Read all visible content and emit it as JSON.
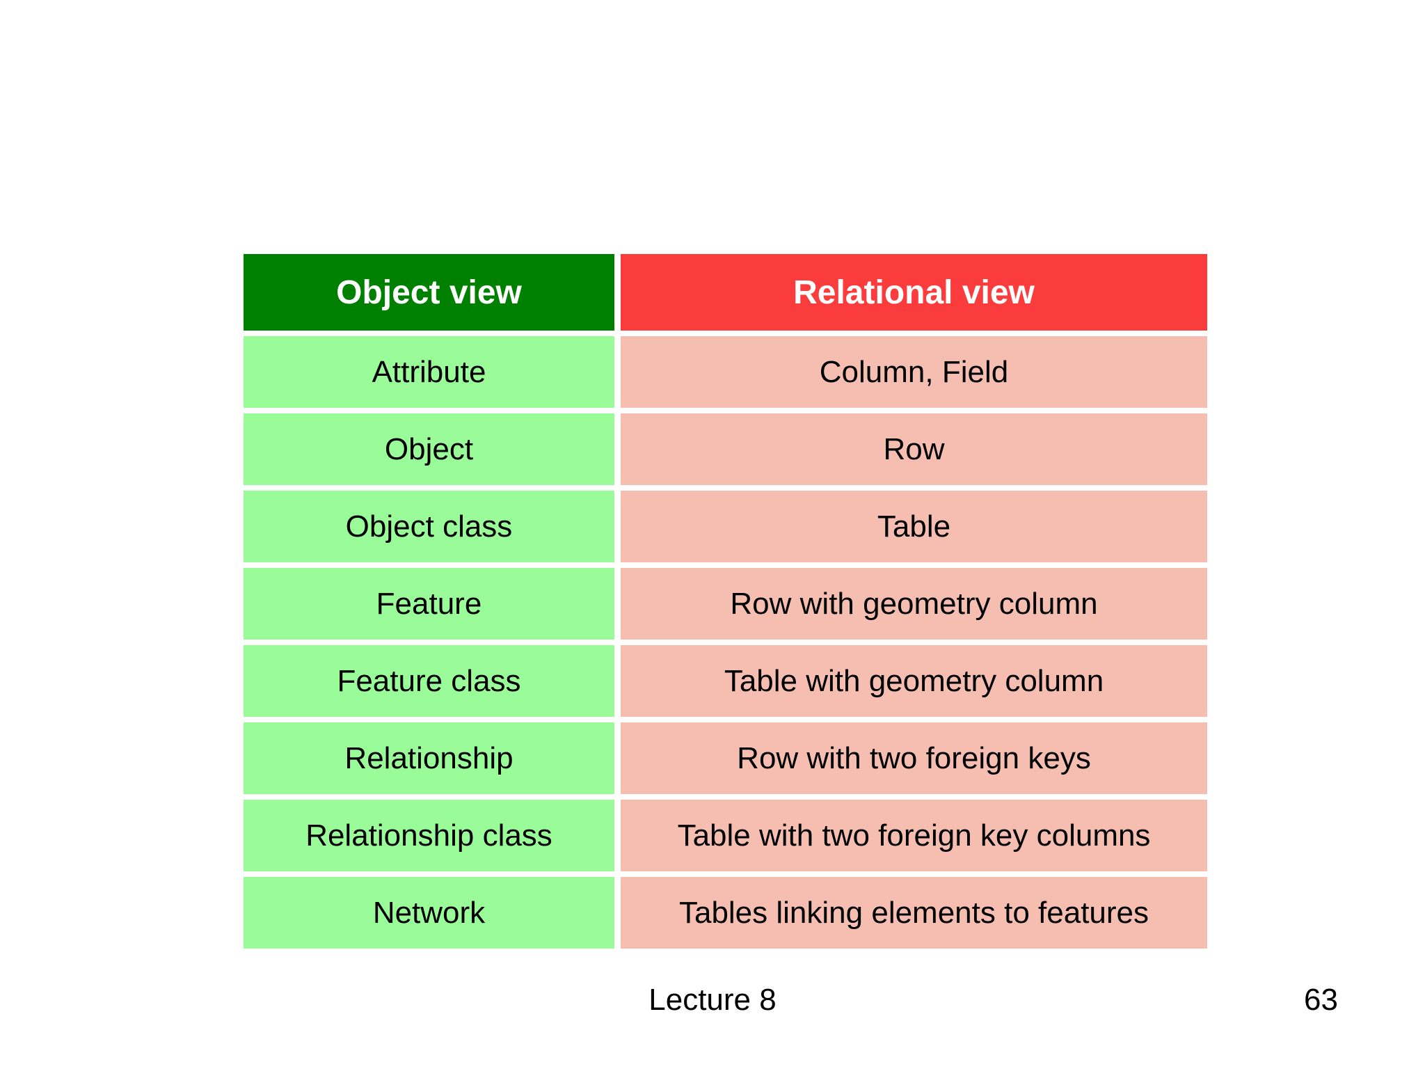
{
  "colors": {
    "header_green": "#008000",
    "header_red": "#fa3c3c",
    "cell_green": "#99fc99",
    "cell_pink": "#f6beb1",
    "header_text": "#ffffff",
    "body_text": "#000000",
    "background": "#ffffff"
  },
  "table": {
    "columns": [
      {
        "key": "object",
        "label": "Object view"
      },
      {
        "key": "relational",
        "label": "Relational view"
      }
    ],
    "rows": [
      {
        "object": "Attribute",
        "relational": "Column, Field"
      },
      {
        "object": "Object",
        "relational": "Row"
      },
      {
        "object": "Object class",
        "relational": "Table"
      },
      {
        "object": "Feature",
        "relational": "Row with geometry column"
      },
      {
        "object": "Feature class",
        "relational": "Table with geometry column"
      },
      {
        "object": "Relationship",
        "relational": "Row with two foreign keys"
      },
      {
        "object": "Relationship class",
        "relational": "Table with two foreign key columns"
      },
      {
        "object": "Network",
        "relational": "Tables linking elements to features"
      }
    ]
  },
  "footer": {
    "lecture_label": "Lecture 8",
    "page_number": "63"
  }
}
